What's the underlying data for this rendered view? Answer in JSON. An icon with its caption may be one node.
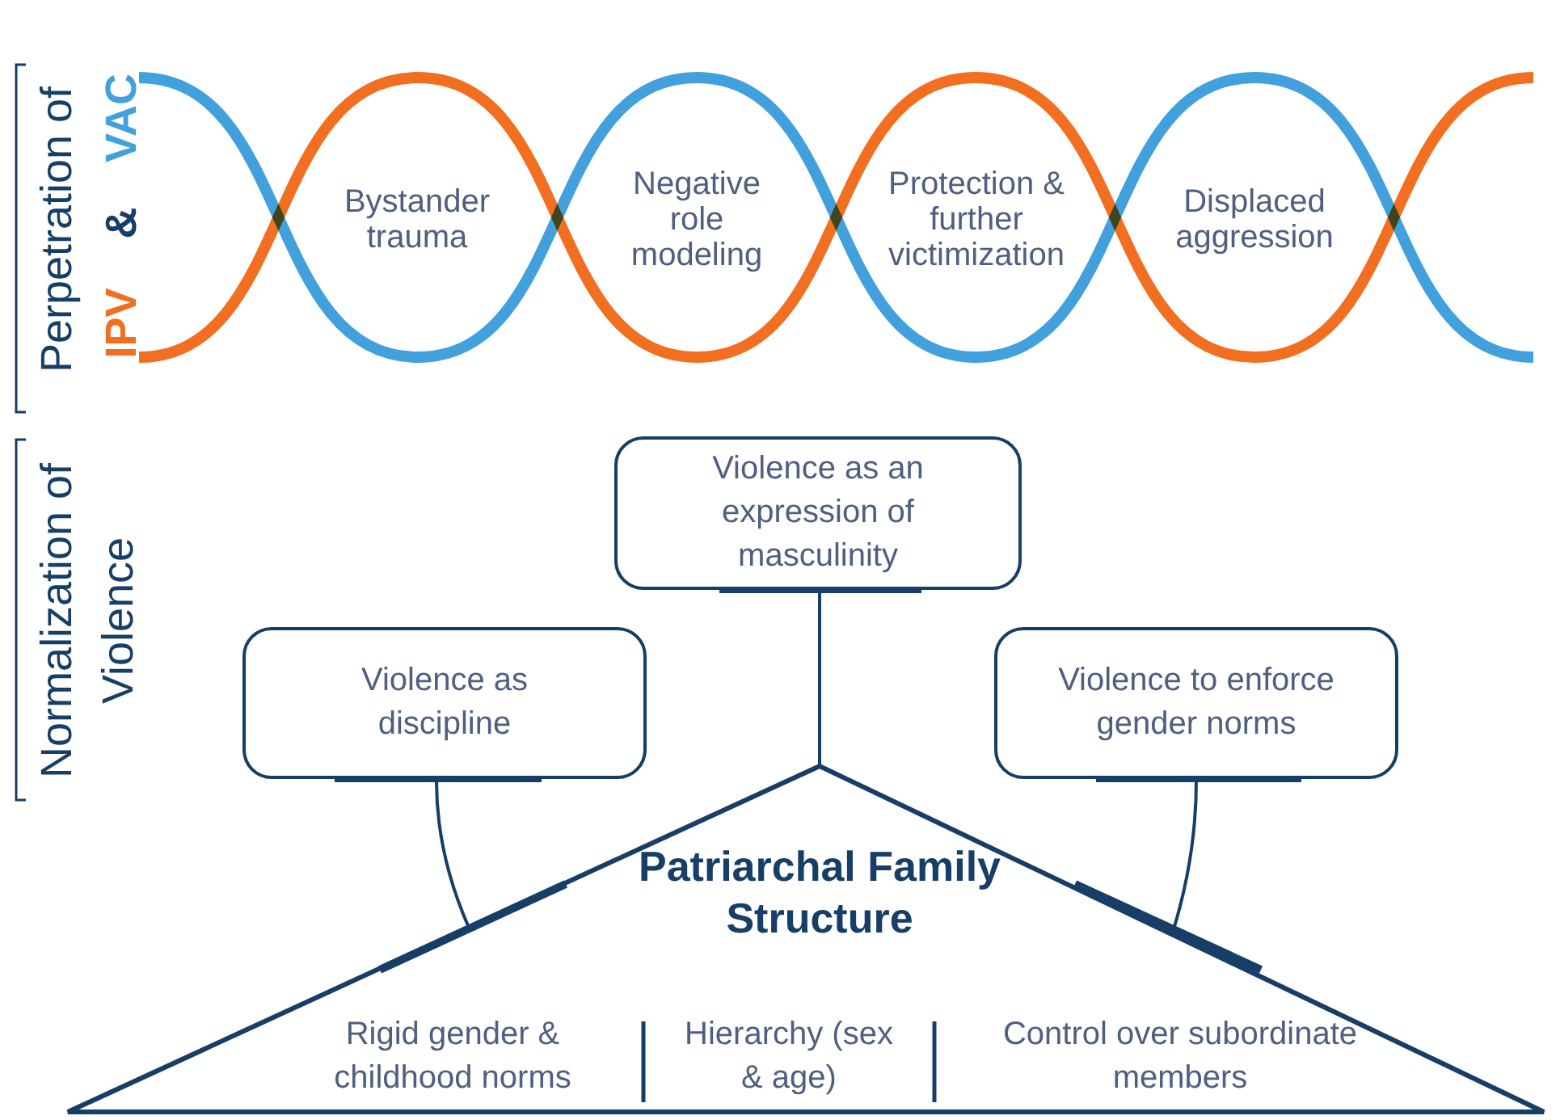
{
  "diagram": {
    "nodes": [
      {
        "text": [
          "Patriarchal Family Structure",
          "Rigid gender & childhood norms",
          "Hierarchy (sex & age)",
          "Control over subordinate members"
        ]
      },
      {
        "text": [
          "Violence as an expression of masculinity"
        ]
      },
      {
        "text": [
          "Violence as discipline"
        ]
      },
      {
        "text": [
          "Violence to enforce gender norms"
        ]
      },
      {
        "text": [
          "Bystander trauma"
        ]
      },
      {
        "text": [
          "Negative role modeling"
        ]
      },
      {
        "text": [
          "Protection & further victimization"
        ]
      },
      {
        "text": [
          "Displaced aggression"
        ]
      }
    ],
    "edges": [
      {
        "from": 0,
        "to": 1,
        "arrow": "none"
      },
      {
        "from": 0,
        "to": 2,
        "arrow": "none"
      },
      {
        "from": 0,
        "to": 3,
        "arrow": "none"
      }
    ],
    "labels": [
      "Perpetration of",
      "IPV",
      "&",
      "VAC",
      "Normalization of Violence"
    ]
  }
}
